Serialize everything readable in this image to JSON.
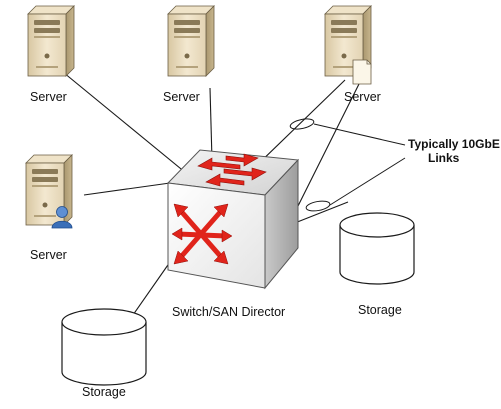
{
  "labels": {
    "server_top_left": "Server",
    "server_top_middle": "Server",
    "server_top_right": "Server",
    "server_left": "Server",
    "switch": "Switch/SAN Director",
    "storage_right": "Storage",
    "storage_bottom": "Storage",
    "callout_line1": "Typically 10GbE",
    "callout_line2": "Links"
  },
  "colors": {
    "line": "#1a1a1a",
    "server_front": "#e9dcc0",
    "server_side": "#b8a680",
    "switch_front": "#f2f2f2",
    "switch_top": "#dcdcdc",
    "arrow_red": "#e0241b",
    "user_blue": "#3a6fb8"
  },
  "icons": {
    "server": "server-tower-icon",
    "switch": "network-switch-icon",
    "storage": "storage-cylinder-icon",
    "user_badge": "user-icon",
    "document_badge": "document-icon"
  }
}
